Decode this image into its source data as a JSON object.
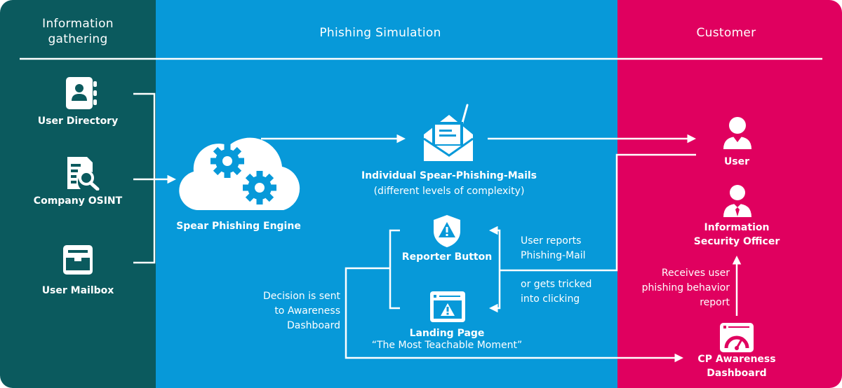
{
  "columns": {
    "info": {
      "title": "Information\ngathering",
      "color": "#0b5a5e"
    },
    "phishing": {
      "title": "Phishing Simulation",
      "color": "#0799d9"
    },
    "customer": {
      "title": "Customer",
      "color": "#e0005f"
    }
  },
  "nodes": {
    "user_directory": {
      "label": "User Directory",
      "icon": "contact-book-icon"
    },
    "company_osint": {
      "label": "Company OSINT",
      "icon": "document-search-icon"
    },
    "user_mailbox": {
      "label": "User Mailbox",
      "icon": "inbox-tray-icon"
    },
    "engine": {
      "label": "Spear Phishing Engine",
      "icon": "cloud-gears-icon"
    },
    "mails": {
      "label": "Individual Spear-Phishing-Mails",
      "sublabel": "(different levels of complexity)",
      "icon": "fishing-mail-icon"
    },
    "reporter": {
      "label": "Reporter Button",
      "icon": "warning-shield-icon"
    },
    "landing": {
      "label": "Landing Page",
      "sublabel": "“The Most Teachable Moment”",
      "icon": "warning-window-icon"
    },
    "user": {
      "label": "User",
      "icon": "user-icon"
    },
    "iso": {
      "label": "Information\nSecurity Officer",
      "icon": "officer-icon"
    },
    "dashboard": {
      "label": "CP Awareness\nDashboard",
      "icon": "gauge-dashboard-icon"
    }
  },
  "notes": {
    "user_reports": "User reports\nPhishing-Mail",
    "tricked": "or gets tricked\ninto clicking",
    "decision": "Decision is sent\nto Awareness\nDashboard",
    "receives": "Receives user\nphishing behavior\nreport"
  }
}
